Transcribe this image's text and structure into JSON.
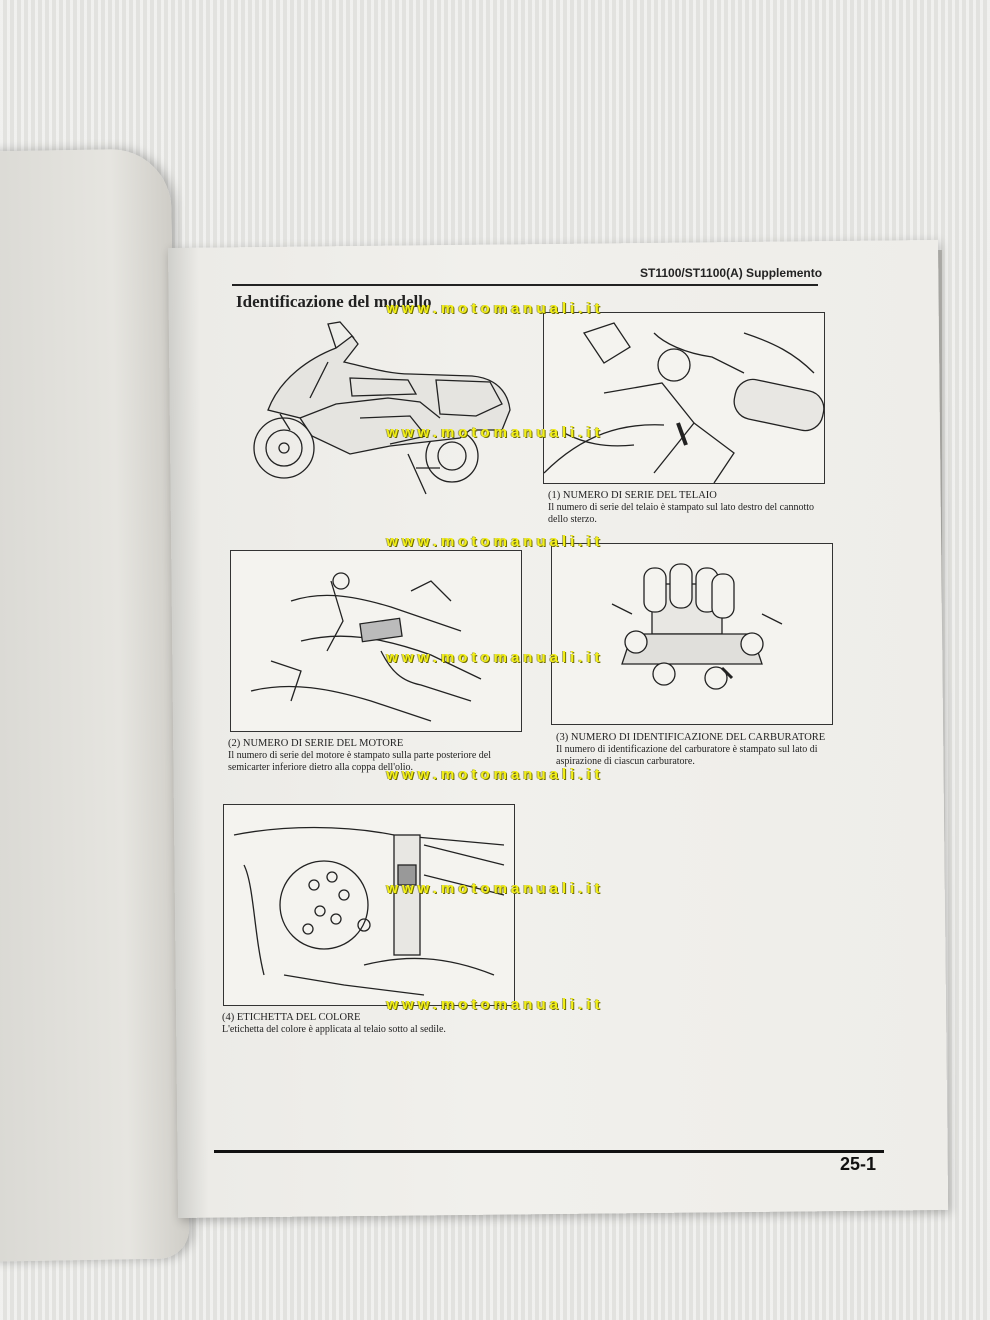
{
  "header": {
    "supplement_title": "ST1100/ST1100(A) Supplemento"
  },
  "page": {
    "title": "Identificazione del modello",
    "page_number": "25-1"
  },
  "figures": [
    {
      "id": "motorcycle",
      "title": "",
      "text": ""
    },
    {
      "id": "frame",
      "title": "(1) NUMERO DI SERIE DEL TELAIO",
      "text": "Il numero di serie del telaio è stampato sul lato destro del cannotto dello sterzo."
    },
    {
      "id": "engine",
      "title": "(2) NUMERO DI SERIE DEL MOTORE",
      "text": "Il numero di serie del motore è stampato sulla parte posteriore del semicarter inferiore dietro alla coppa dell'olio."
    },
    {
      "id": "carburetor",
      "title": "(3) NUMERO DI IDENTIFICAZIONE DEL CARBURATORE",
      "text": "Il numero di identificazione del carburatore è stampato sul lato di aspirazione di ciascun carburatore."
    },
    {
      "id": "color-label",
      "title": "(4) ETICHETTA DEL COLORE",
      "text": "L'etichetta del colore è applicata al telaio sotto al sedile."
    }
  ],
  "watermark": {
    "text": "www.motomanuali.it"
  },
  "colors": {
    "watermark": "#f2ef18",
    "ink": "#222222",
    "paper": "#f1f0ec"
  }
}
